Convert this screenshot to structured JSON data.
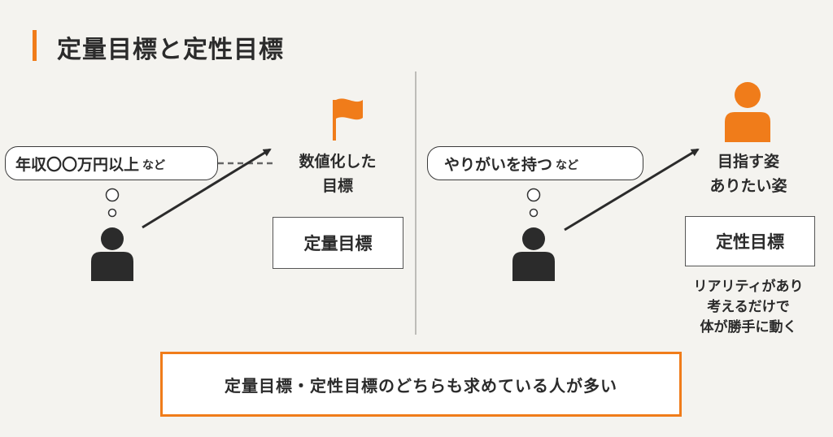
{
  "title": "定量目標と定性目標",
  "left": {
    "thought": "年収〇〇万円以上",
    "thought_suffix": "など",
    "goal_line1": "数値化した",
    "goal_line2": "目標",
    "box_label": "定量目標",
    "icon": "flag-icon"
  },
  "right": {
    "thought": "やりがいを持つ",
    "thought_suffix": "など",
    "goal_line1": "目指す姿",
    "goal_line2": "ありたい姿",
    "box_label": "定性目標",
    "note_lines": [
      "リアリティがあり",
      "考えるだけで",
      "体が勝手に動く"
    ],
    "icon": "person-icon"
  },
  "summary": "定量目標・定性目標のどちらも求めている人が多い",
  "colors": {
    "accent": "#f07c1a",
    "dark": "#2b2b2b",
    "background": "#f4f3ef"
  }
}
